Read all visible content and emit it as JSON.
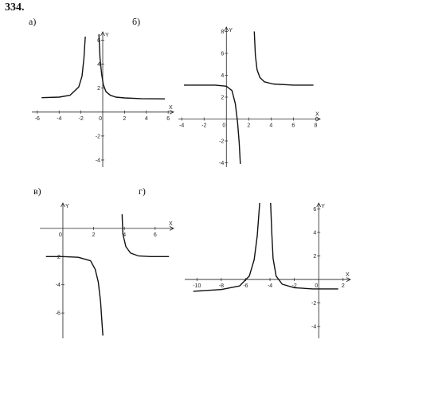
{
  "problem_number": "334.",
  "chart_data": [
    {
      "type": "line",
      "label": "а)",
      "xlim": [
        -6.5,
        6.5
      ],
      "ylim": [
        -4.6,
        6.7
      ],
      "x_ticks": [
        -6,
        -4,
        -2,
        0,
        2,
        4,
        6
      ],
      "y_ticks": [
        -4,
        -2,
        2,
        4,
        6
      ],
      "x_axis_label": "X",
      "y_axis_label": "Y",
      "asymptote": {
        "x": -1.4,
        "y": 1.1
      },
      "series": [
        {
          "x": [
            -5.6,
            -4.0,
            -3.0,
            -2.2,
            -1.9,
            -1.72,
            -1.6
          ],
          "y": [
            1.2,
            1.25,
            1.4,
            2.1,
            3.0,
            4.5,
            6.3
          ]
        },
        {
          "x": [
            -0.35,
            -0.25,
            -0.1,
            0.05,
            0.3,
            0.7,
            1.2,
            2.0,
            3.5,
            5.7
          ],
          "y": [
            6.5,
            4.5,
            3.2,
            2.3,
            1.7,
            1.4,
            1.25,
            1.18,
            1.12,
            1.1
          ]
        }
      ]
    },
    {
      "type": "line",
      "label": "б)",
      "xlim": [
        -4.3,
        8.4
      ],
      "ylim": [
        -4.4,
        8.4
      ],
      "x_ticks": [
        -4,
        -2,
        0,
        2,
        4,
        6,
        8
      ],
      "y_ticks": [
        -4,
        -2,
        2,
        4,
        6,
        8
      ],
      "x_axis_label": "X",
      "y_axis_label": "Y",
      "asymptote": {
        "x": 1.6,
        "y": 3.0
      },
      "series": [
        {
          "x": [
            -3.8,
            -2.0,
            -1.0,
            0.0,
            0.5,
            0.8,
            1.0,
            1.15,
            1.25
          ],
          "y": [
            3.1,
            3.1,
            3.1,
            3.0,
            2.6,
            1.4,
            -0.3,
            -2.2,
            -4.1
          ]
        },
        {
          "x": [
            2.5,
            2.6,
            2.75,
            3.0,
            3.4,
            4.2,
            6.0,
            7.8
          ],
          "y": [
            8.0,
            5.8,
            4.5,
            3.8,
            3.4,
            3.2,
            3.1,
            3.1
          ]
        }
      ]
    },
    {
      "type": "line",
      "label": "в)",
      "xlim": [
        -1.5,
        7.2
      ],
      "ylim": [
        -7.8,
        1.8
      ],
      "x_ticks": [
        0,
        2,
        4,
        6
      ],
      "y_ticks": [
        -6,
        -4,
        -2
      ],
      "x_axis_label": "X",
      "y_axis_label": "Y",
      "asymptote": {
        "x": 3.0,
        "y": -2.0
      },
      "series": [
        {
          "x": [
            -1.1,
            0.0,
            1.0,
            1.8,
            2.1,
            2.3,
            2.45,
            2.55,
            2.6
          ],
          "y": [
            -2.0,
            -2.0,
            -2.05,
            -2.3,
            -2.9,
            -3.8,
            -5.2,
            -6.8,
            -7.6
          ]
        },
        {
          "x": [
            3.85,
            3.9,
            4.1,
            4.4,
            4.9,
            5.7,
            6.9
          ],
          "y": [
            1.0,
            -0.4,
            -1.3,
            -1.75,
            -1.95,
            -2.0,
            -2.0
          ]
        }
      ]
    },
    {
      "type": "line",
      "label": "г)",
      "xlim": [
        -11.0,
        2.6
      ],
      "ylim": [
        -5.0,
        6.5
      ],
      "x_ticks": [
        -10,
        -8,
        -6,
        -4,
        -2,
        0,
        2
      ],
      "y_ticks": [
        -4,
        -2,
        2,
        4,
        6
      ],
      "x_axis_label": "X",
      "y_axis_label": "Y",
      "asymptote": {
        "x": -4.5,
        "y": -0.8
      },
      "series": [
        {
          "x": [
            -10.3,
            -8.0,
            -6.5,
            -5.7,
            -5.3,
            -5.05,
            -4.92,
            -4.85
          ],
          "y": [
            -1.0,
            -0.85,
            -0.55,
            0.3,
            1.7,
            3.7,
            5.5,
            6.5
          ]
        },
        {
          "x": [
            -3.95,
            -3.85,
            -3.75,
            -3.5,
            -3.0,
            -2.0,
            -0.5,
            1.6
          ],
          "y": [
            6.5,
            3.8,
            1.8,
            0.3,
            -0.4,
            -0.7,
            -0.8,
            -0.8
          ]
        }
      ]
    }
  ]
}
